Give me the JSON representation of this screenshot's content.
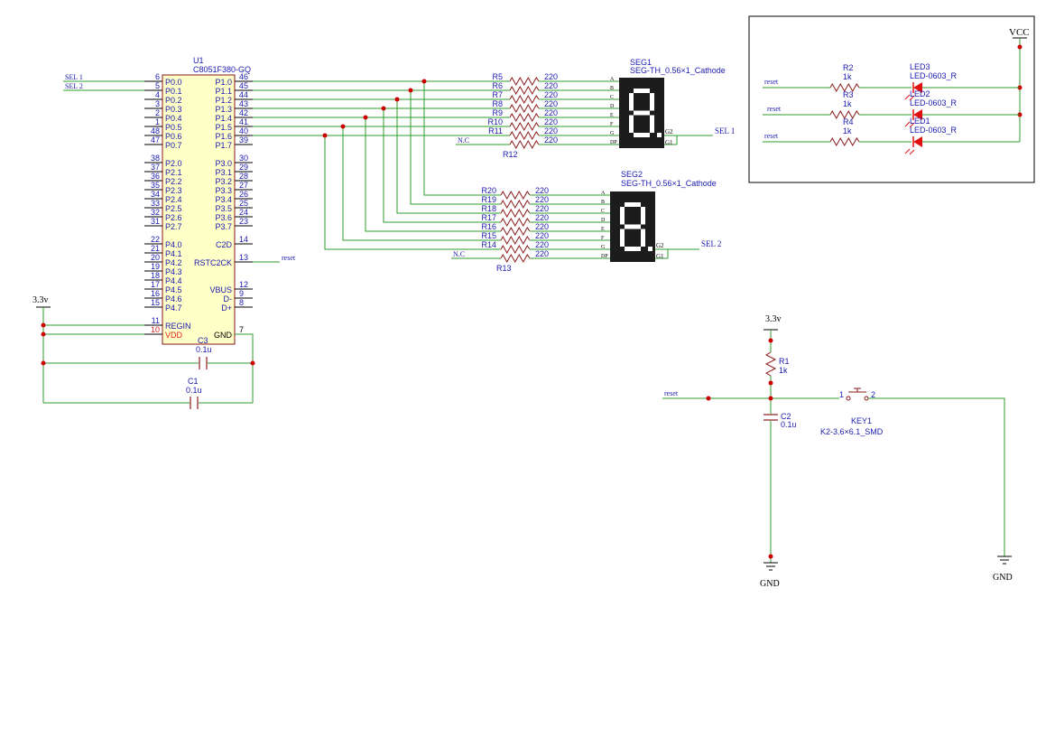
{
  "colors": {
    "wire": "#2e9e2e",
    "component": "#8b1a1a",
    "label": "#1a1ab0",
    "black": "#000000",
    "junction": "#cc0000",
    "power_pin": "#e02020",
    "led": "#e01010"
  },
  "mcu": {
    "ref": "U1",
    "part": "C8051F380-GQ",
    "left_pins": [
      {
        "num": "6",
        "name": "P0.0"
      },
      {
        "num": "5",
        "name": "P0.1"
      },
      {
        "num": "4",
        "name": "P0.2"
      },
      {
        "num": "3",
        "name": "P0.3"
      },
      {
        "num": "2",
        "name": "P0.4"
      },
      {
        "num": "1",
        "name": "P0.5"
      },
      {
        "num": "48",
        "name": "P0.6"
      },
      {
        "num": "47",
        "name": "P0.7"
      },
      {
        "num": "38",
        "name": "P2.0"
      },
      {
        "num": "37",
        "name": "P2.1"
      },
      {
        "num": "36",
        "name": "P2.2"
      },
      {
        "num": "35",
        "name": "P2.3"
      },
      {
        "num": "34",
        "name": "P2.4"
      },
      {
        "num": "33",
        "name": "P2.5"
      },
      {
        "num": "32",
        "name": "P2.6"
      },
      {
        "num": "31",
        "name": "P2.7"
      },
      {
        "num": "22",
        "name": "P4.0"
      },
      {
        "num": "21",
        "name": "P4.1"
      },
      {
        "num": "20",
        "name": "P4.2"
      },
      {
        "num": "19",
        "name": "P4.3"
      },
      {
        "num": "18",
        "name": "P4.4"
      },
      {
        "num": "17",
        "name": "P4.5"
      },
      {
        "num": "16",
        "name": "P4.6"
      },
      {
        "num": "15",
        "name": "P4.7"
      },
      {
        "num": "11",
        "name": "REGIN"
      },
      {
        "num": "10",
        "name": "VDD"
      }
    ],
    "right_pins": [
      {
        "num": "46",
        "name": "P1.0"
      },
      {
        "num": "45",
        "name": "P1.1"
      },
      {
        "num": "44",
        "name": "P1.2"
      },
      {
        "num": "43",
        "name": "P1.3"
      },
      {
        "num": "42",
        "name": "P1.4"
      },
      {
        "num": "41",
        "name": "P1.5"
      },
      {
        "num": "40",
        "name": "P1.6"
      },
      {
        "num": "39",
        "name": "P1.7"
      },
      {
        "num": "30",
        "name": "P3.0"
      },
      {
        "num": "29",
        "name": "P3.1"
      },
      {
        "num": "28",
        "name": "P3.2"
      },
      {
        "num": "27",
        "name": "P3.3"
      },
      {
        "num": "26",
        "name": "P3.4"
      },
      {
        "num": "25",
        "name": "P3.5"
      },
      {
        "num": "24",
        "name": "P3.6"
      },
      {
        "num": "23",
        "name": "P3.7"
      },
      {
        "num": "14",
        "name": "C2D"
      },
      {
        "num": "13",
        "name": "RSTC2CK"
      },
      {
        "num": "12",
        "name": "VBUS"
      },
      {
        "num": "9",
        "name": "D-"
      },
      {
        "num": "8",
        "name": "D+"
      },
      {
        "num": "7",
        "name": "GND"
      }
    ]
  },
  "net_labels": {
    "sel1": "SEL 1",
    "sel2": "SEL 2",
    "reset": "reset",
    "nc": "N.C",
    "v33": "3.3v",
    "vcc": "VCC",
    "gnd": "GND"
  },
  "seg1": {
    "ref": "SEG1",
    "part": "SEG-TH_0.56×1_Cathode",
    "resistors": [
      {
        "ref": "R5",
        "value": "220",
        "pin": "A"
      },
      {
        "ref": "R6",
        "value": "220",
        "pin": "B"
      },
      {
        "ref": "R7",
        "value": "220",
        "pin": "C"
      },
      {
        "ref": "R8",
        "value": "220",
        "pin": "D"
      },
      {
        "ref": "R9",
        "value": "220",
        "pin": "E"
      },
      {
        "ref": "R10",
        "value": "220",
        "pin": "F"
      },
      {
        "ref": "R11",
        "value": "220",
        "pin": "G"
      },
      {
        "ref": "R12",
        "value": "220",
        "pin": "DP"
      }
    ],
    "common_pins": [
      "G2",
      "G1"
    ]
  },
  "seg2": {
    "ref": "SEG2",
    "part": "SEG-TH_0.56×1_Cathode",
    "resistors": [
      {
        "ref": "R20",
        "value": "220",
        "pin": "A"
      },
      {
        "ref": "R19",
        "value": "220",
        "pin": "B"
      },
      {
        "ref": "R18",
        "value": "220",
        "pin": "C"
      },
      {
        "ref": "R17",
        "value": "220",
        "pin": "D"
      },
      {
        "ref": "R16",
        "value": "220",
        "pin": "E"
      },
      {
        "ref": "R15",
        "value": "220",
        "pin": "F"
      },
      {
        "ref": "R14",
        "value": "220",
        "pin": "G"
      },
      {
        "ref": "R13",
        "value": "220",
        "pin": "DP"
      }
    ],
    "common_pins": [
      "G2",
      "G1"
    ]
  },
  "led_section": {
    "resistors": [
      {
        "ref": "R2",
        "value": "1k"
      },
      {
        "ref": "R3",
        "value": "1k"
      },
      {
        "ref": "R4",
        "value": "1k"
      }
    ],
    "leds": [
      {
        "ref": "LED3",
        "part": "LED-0603_R"
      },
      {
        "ref": "LED2",
        "part": "LED-0603_R"
      },
      {
        "ref": "LED1",
        "part": "LED-0603_R"
      }
    ]
  },
  "caps": {
    "c3": {
      "ref": "C3",
      "value": "0.1u"
    },
    "c1": {
      "ref": "C1",
      "value": "0.1u"
    },
    "c2": {
      "ref": "C2",
      "value": "0.1u"
    }
  },
  "reset_circuit": {
    "r1": {
      "ref": "R1",
      "value": "1k"
    },
    "key": {
      "ref": "KEY1",
      "part": "K2-3.6×6.1_SMD",
      "pin1": "1",
      "pin2": "2"
    }
  }
}
